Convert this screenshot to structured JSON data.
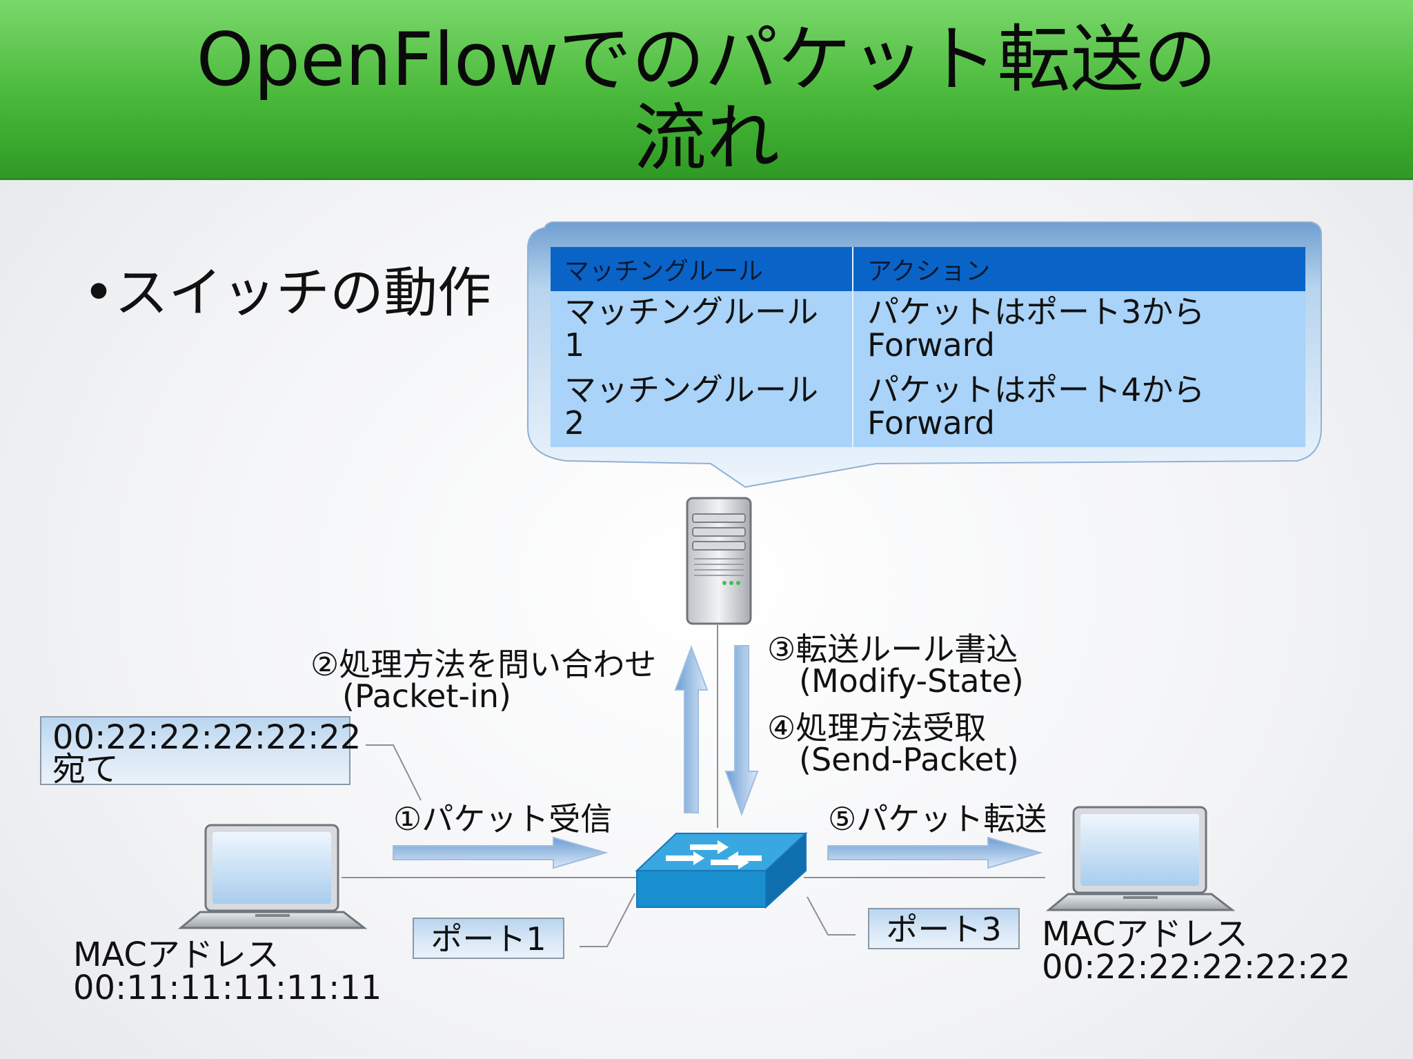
{
  "title": "OpenFlowでのパケット転送の\n流れ",
  "bullet": "•スイッチの動作",
  "table": {
    "headers": [
      "マッチングルール",
      "アクション"
    ],
    "rows": [
      [
        "マッチングルール1",
        "パケットはポート3から\nForward"
      ],
      [
        "マッチングルール2",
        "パケットはポート4から\nForward"
      ]
    ]
  },
  "steps": {
    "step1": "①パケット受信",
    "step2": "②処理方法を問い合わせ\n　(Packet-in)",
    "step3": "③転送ルール書込\n　(Modify-State)",
    "step4": "④処理方法受取\n　(Send-Packet)",
    "step5": "⑤パケット転送"
  },
  "dest_box": "00:22:22:22:22:22\n宛て",
  "port1": "ポート1",
  "port3": "ポート3",
  "host_left": "MACアドレス\n00:11:11:11:11:11",
  "host_right": "MACアドレス\n00:22:22:22:22:22",
  "icons": [
    "server-icon",
    "switch-icon",
    "laptop-icon"
  ],
  "colors": {
    "header_green": "#49b83a",
    "table_header": "#0a64c8",
    "table_body": "#a9d3f8",
    "arrow_blue": "#7aa8d8",
    "switch_blue": "#1a8fd0"
  }
}
